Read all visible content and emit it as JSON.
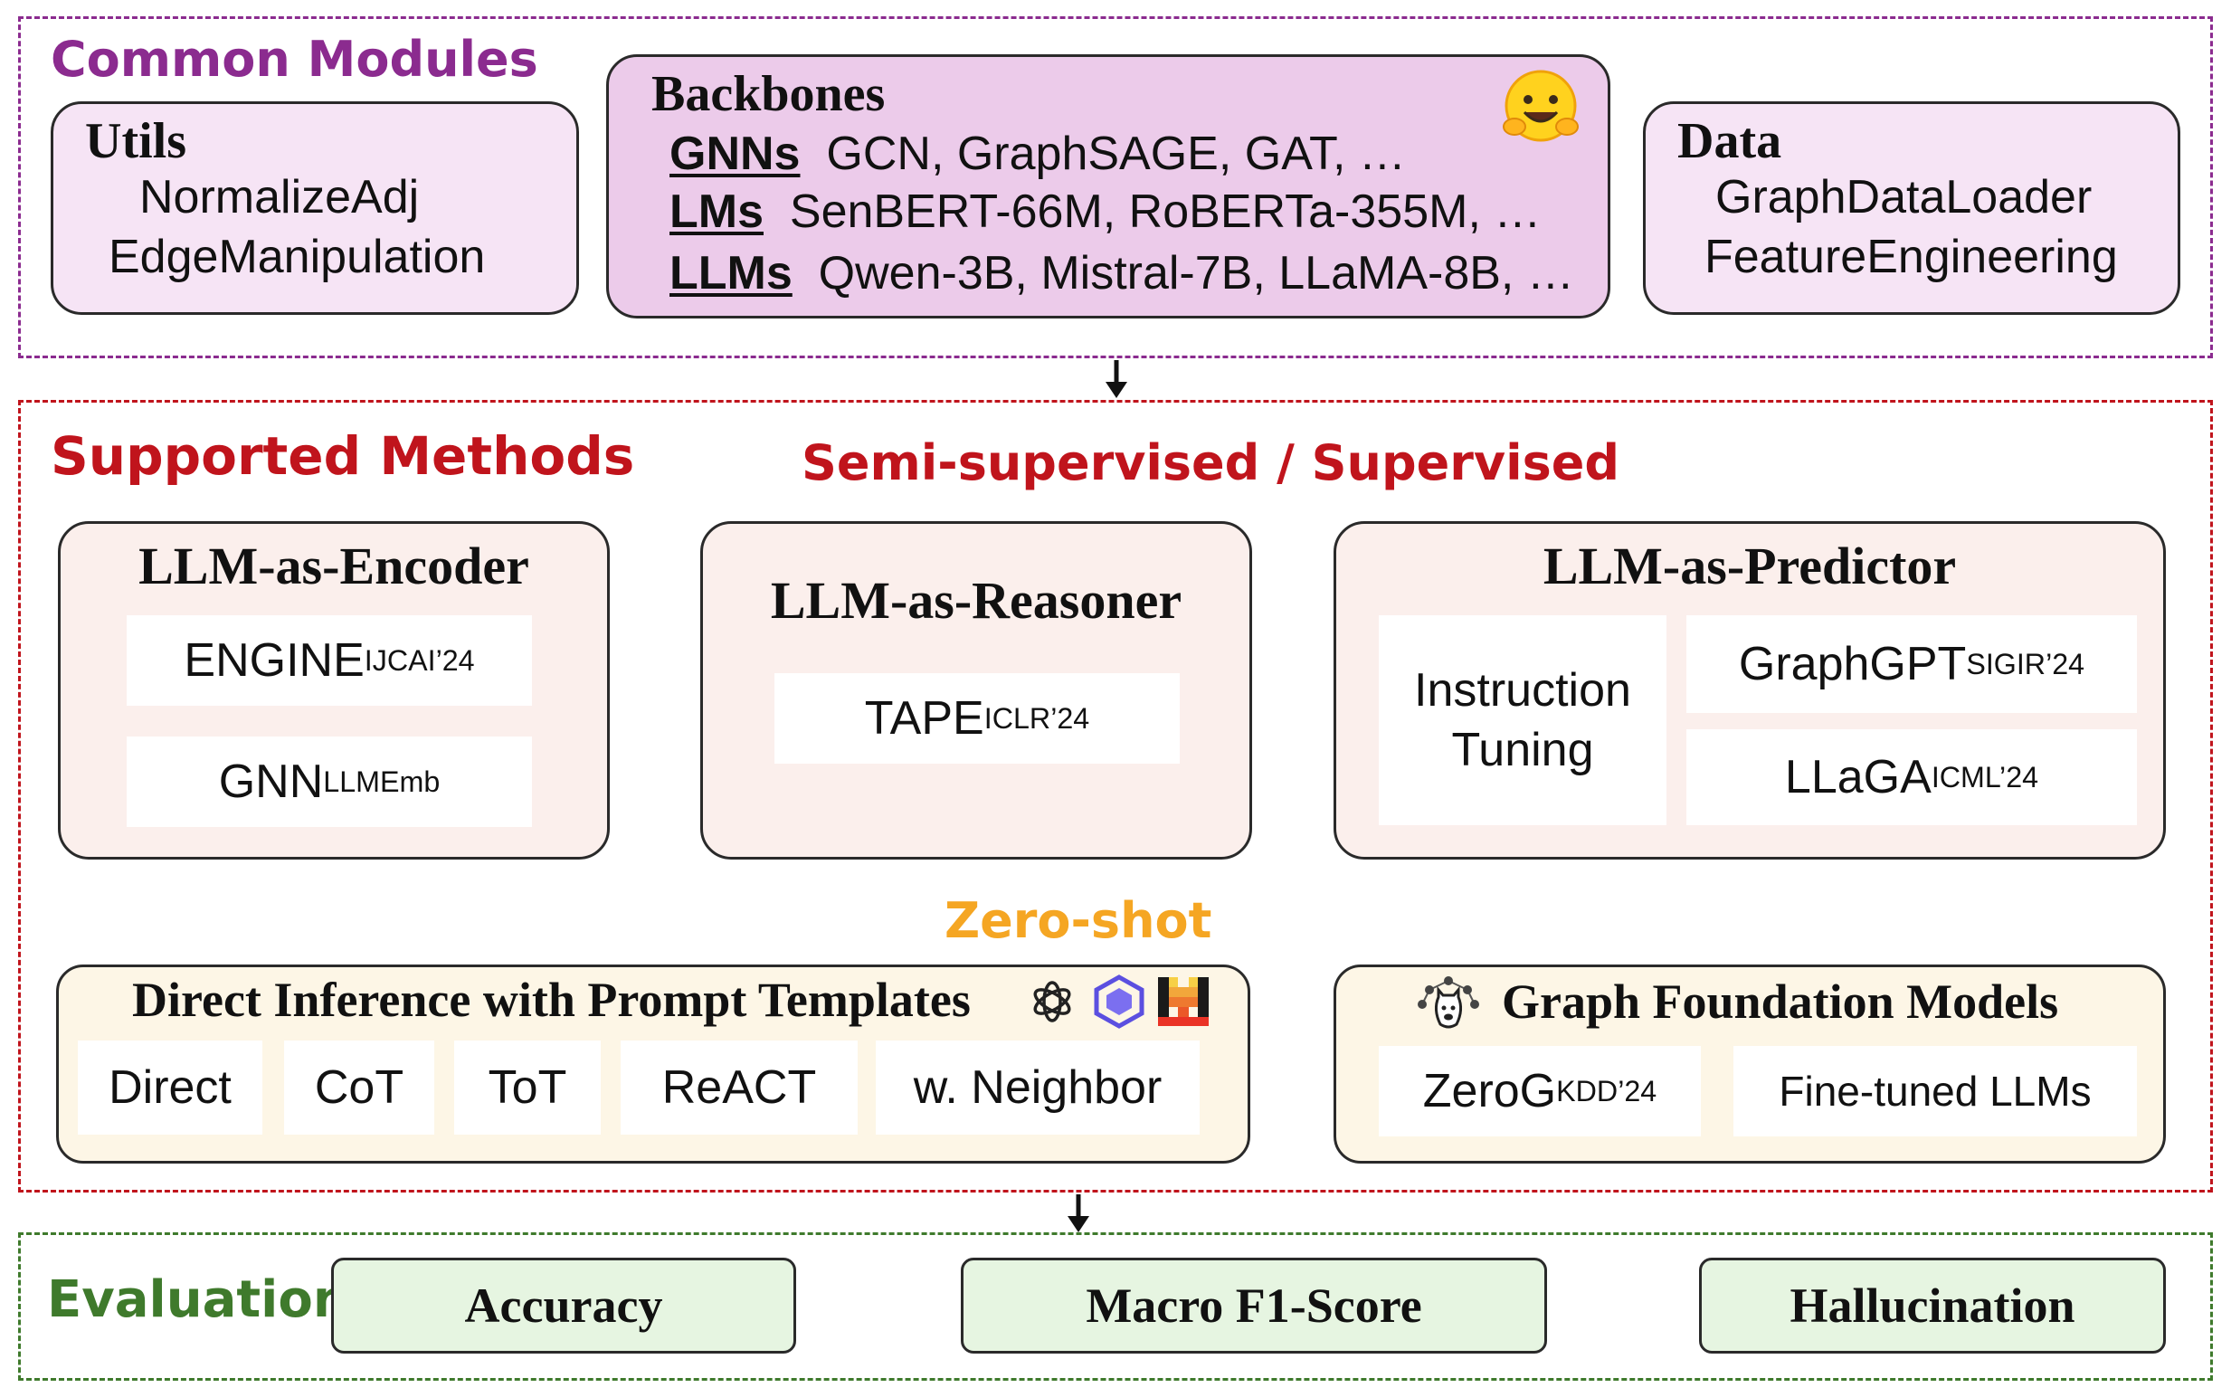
{
  "common_modules": {
    "title": "Common Modules",
    "utils": {
      "title": "Utils",
      "items": [
        "NormalizeAdj",
        "EdgeManipulation"
      ]
    },
    "backbones": {
      "title": "Backbones",
      "rows": [
        {
          "label": "GNNs",
          "text": "GCN, GraphSAGE, GAT, …"
        },
        {
          "label": "LMs",
          "text": "SenBERT-66M, RoBERTa-355M, …"
        },
        {
          "label": "LLMs",
          "text": "Qwen-3B, Mistral-7B, LLaMA-8B, …"
        }
      ]
    },
    "data": {
      "title": "Data",
      "items": [
        "GraphDataLoader",
        "FeatureEngineering"
      ]
    }
  },
  "supported_methods": {
    "title": "Supported Methods",
    "semi_supervised_label": "Semi-supervised / Supervised",
    "encoder": {
      "title": "LLM-as-Encoder",
      "m1": "ENGINE",
      "m1_sub": "IJCAI’24",
      "m2": "GNN",
      "m2_sub": "LLMEmb"
    },
    "reasoner": {
      "title": "LLM-as-Reasoner",
      "m1": "TAPE",
      "m1_sub": "ICLR’24"
    },
    "predictor": {
      "title": "LLM-as-Predictor",
      "tuning": [
        "Instruction",
        "Tuning"
      ],
      "m1": "GraphGPT",
      "m1_sub": "SIGIR’24",
      "m2": "LLaGA",
      "m2_sub": "ICML’24"
    },
    "zero_shot_label": "Zero-shot",
    "direct": {
      "title": "Direct Inference with Prompt Templates",
      "items": [
        "Direct",
        "CoT",
        "ToT",
        "ReACT",
        "w. Neighbor"
      ]
    },
    "gfm": {
      "title": "Graph Foundation Models",
      "m1": "ZeroG",
      "m1_sub": "KDD’24",
      "m2": "Fine-tuned LLMs"
    }
  },
  "evaluation": {
    "title": "Evaluation",
    "metrics": [
      "Accuracy",
      "Macro F1-Score",
      "Hallucination"
    ]
  },
  "colors": {
    "purple": "#8b2b8f",
    "red": "#c0141c",
    "orange": "#f5a623",
    "green": "#3f7a2c",
    "lilac_light": "#f6e4f5",
    "lilac_dark": "#eccbea",
    "peach": "#fbefec",
    "cream": "#fdf6e6",
    "mint": "#e6f5e1"
  },
  "icons": [
    "hugging-face-icon",
    "openai-icon",
    "qwen-icon",
    "mistral-icon",
    "graph-llama-icon"
  ]
}
